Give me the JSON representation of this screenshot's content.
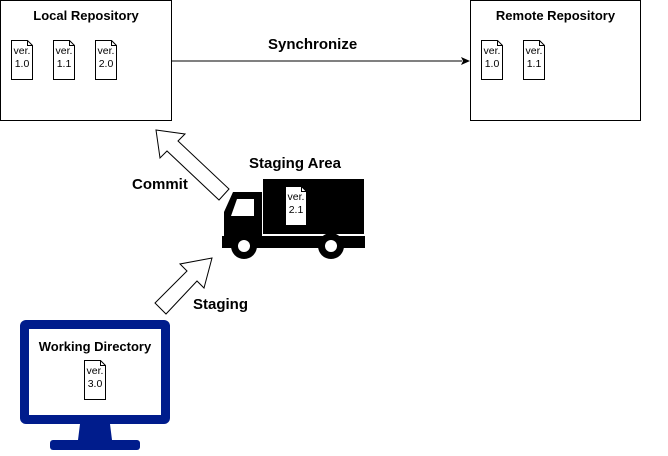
{
  "local_repo": {
    "title": "Local Repository",
    "docs": [
      {
        "label": "ver.\n1.0"
      },
      {
        "label": "ver.\n1.1"
      },
      {
        "label": "ver.\n2.0"
      }
    ]
  },
  "remote_repo": {
    "title": "Remote Repository",
    "docs": [
      {
        "label": "ver.\n1.0"
      },
      {
        "label": "ver.\n1.1"
      }
    ]
  },
  "sync_label": "Synchronize",
  "commit_label": "Commit",
  "staging_label": "Staging",
  "staging_area": {
    "title": "Staging Area",
    "doc": {
      "label": "ver.\n2.1"
    }
  },
  "working_dir": {
    "title": "Working Directory",
    "doc": {
      "label": "ver.\n3.0"
    }
  },
  "colors": {
    "monitor": "#001c8c",
    "truck": "#000000"
  }
}
